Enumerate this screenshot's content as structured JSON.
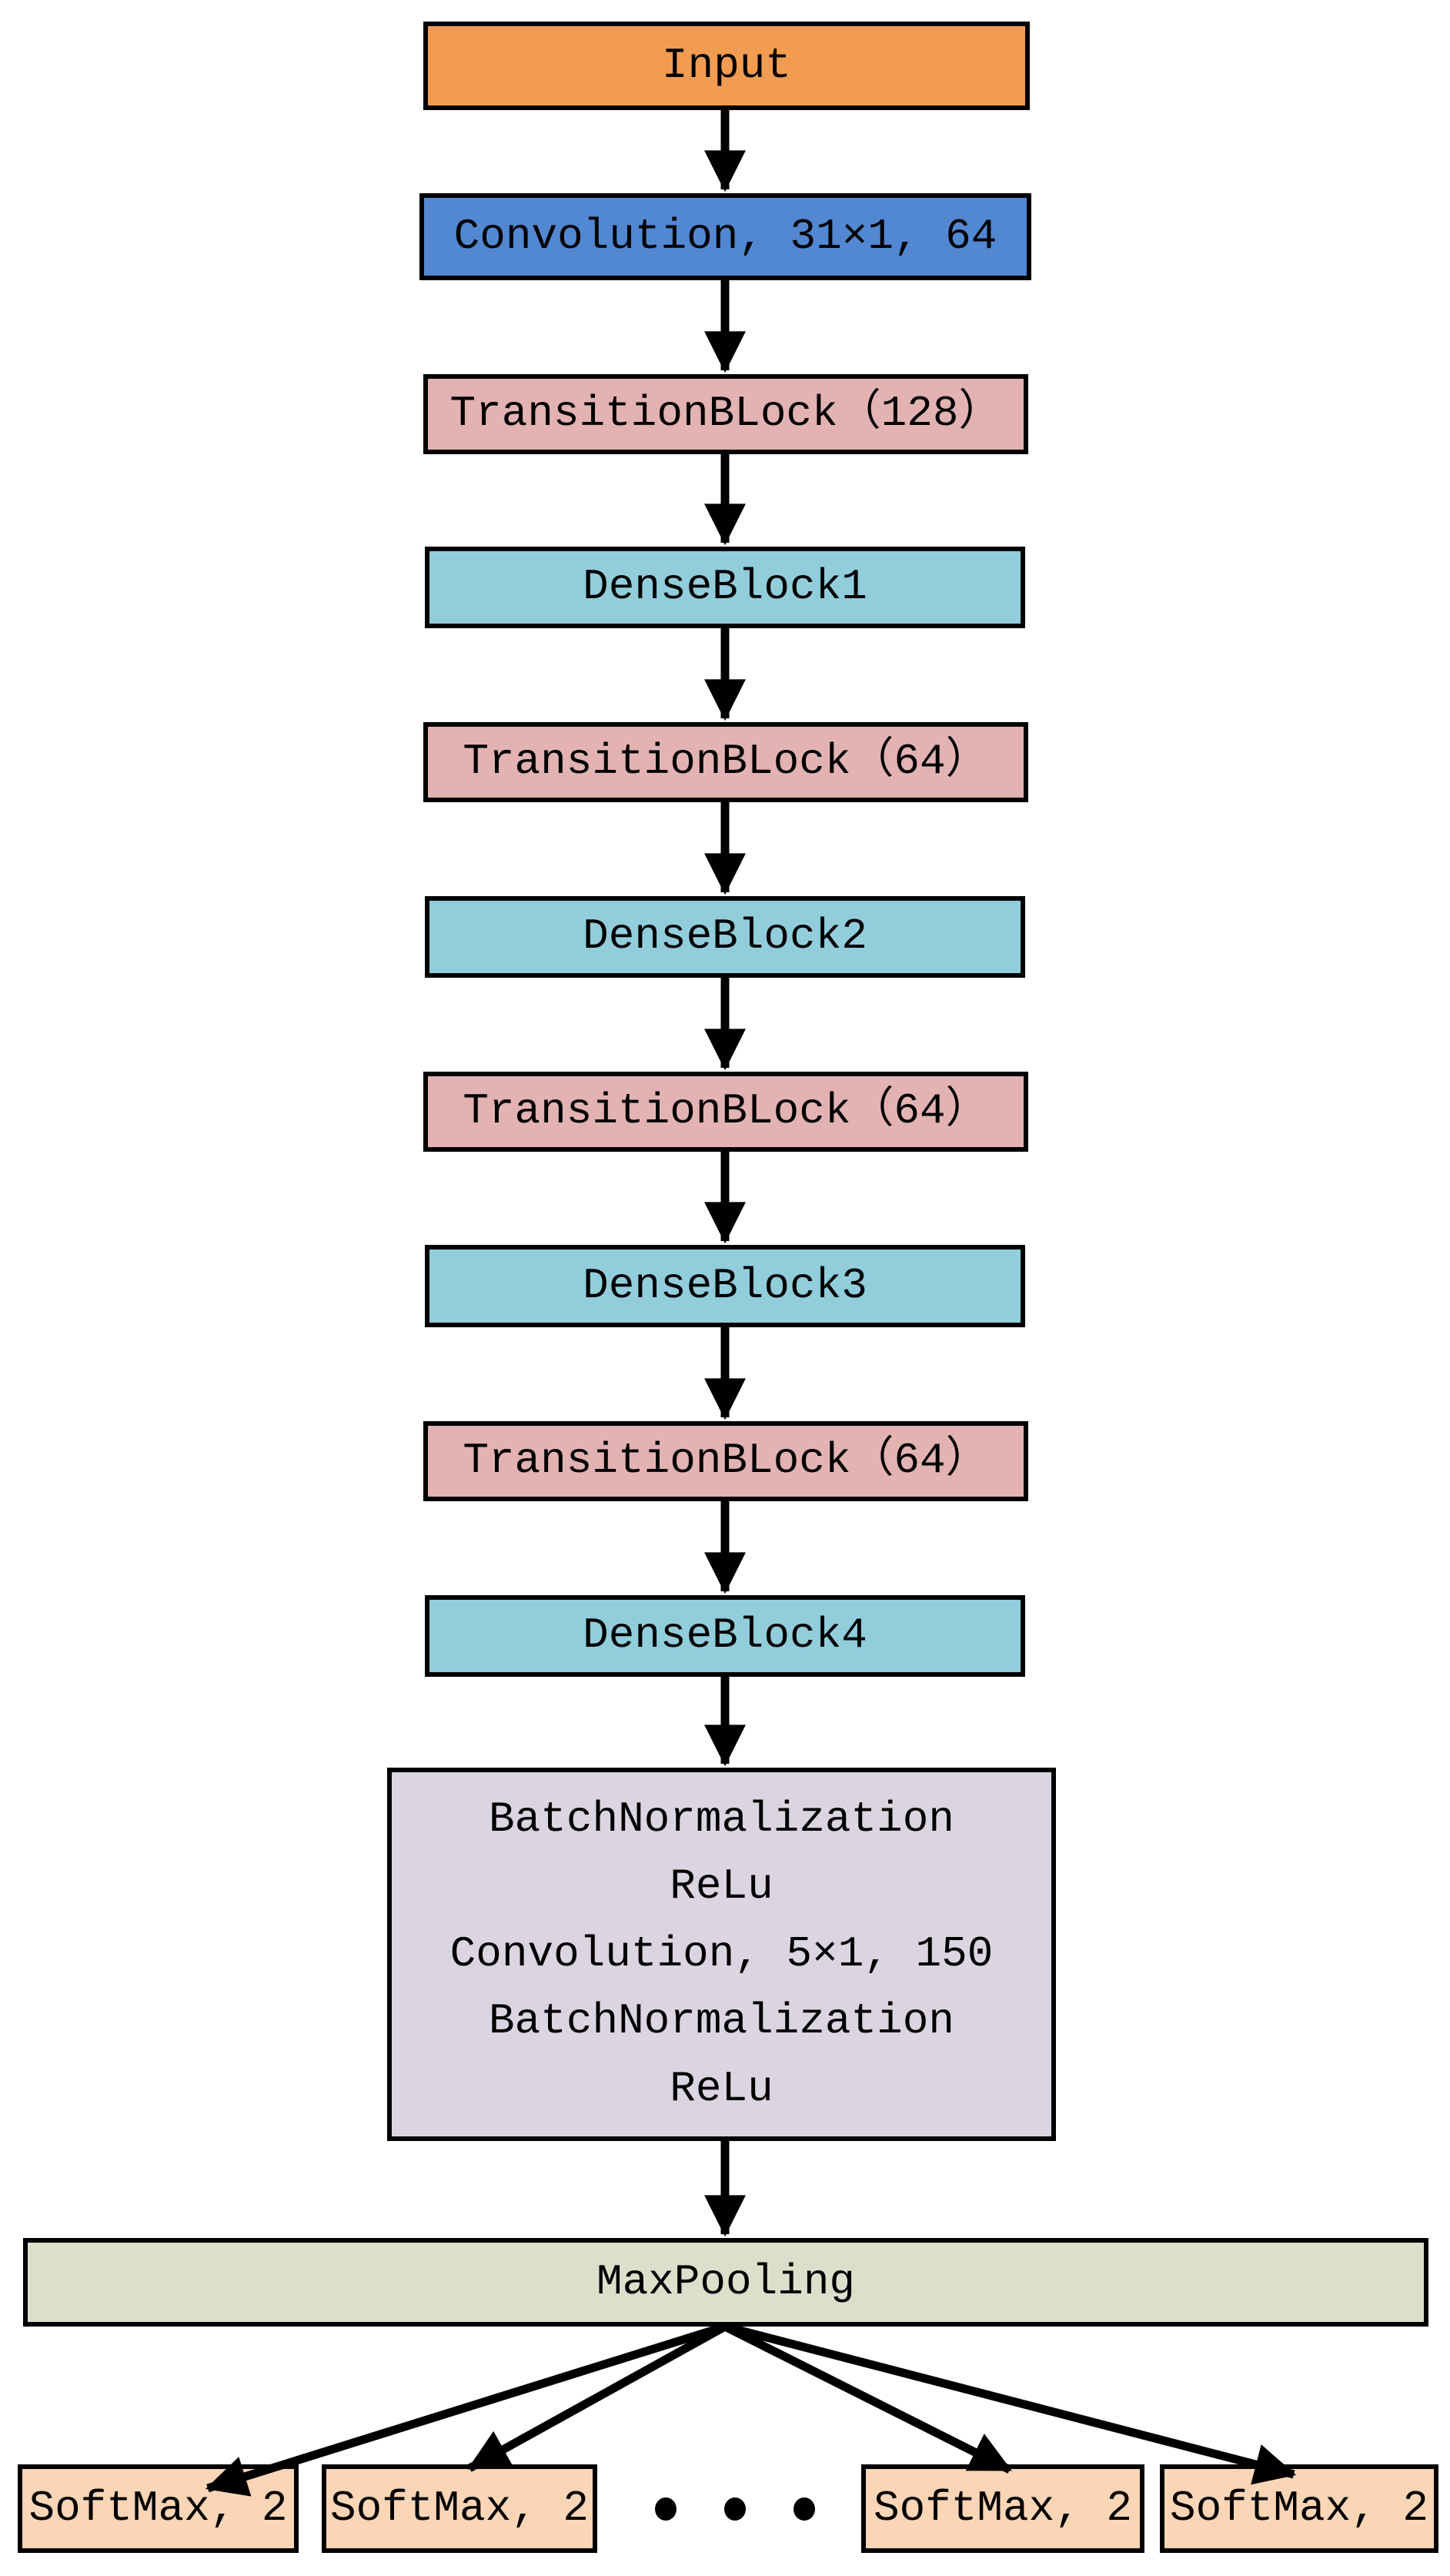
{
  "figure": {
    "type": "flowchart",
    "description_visible": false
  },
  "colors": {
    "background": "#FFFFFF",
    "border": "#000000",
    "arrow": "#000000",
    "input_orange": "#F29C52",
    "convolution_blue": "#5287D2",
    "transition_pink": "#E2B3B2",
    "dense_cyan": "#92CDDC",
    "batchnorm_lavender": "#DBD5E2",
    "maxpool_green": "#DCE0CB",
    "softmax_peach": "#FAD5B6"
  },
  "nodes": {
    "input": {
      "label": "Input",
      "fill": "#F29C52"
    },
    "conv": {
      "label": "Convolution, 31×1, 64",
      "fill": "#5287D2"
    },
    "trans1": {
      "label": "TransitionBLock（128）",
      "fill": "#E2B3B2"
    },
    "dense1": {
      "label": "DenseBlock1",
      "fill": "#92CDDC"
    },
    "trans2": {
      "label": "TransitionBLock（64）",
      "fill": "#E2B3B2"
    },
    "dense2": {
      "label": "DenseBlock2",
      "fill": "#92CDDC"
    },
    "trans3": {
      "label": "TransitionBLock（64）",
      "fill": "#E2B3B2"
    },
    "dense3": {
      "label": "DenseBlock3",
      "fill": "#92CDDC"
    },
    "trans4": {
      "label": "TransitionBLock（64）",
      "fill": "#E2B3B2"
    },
    "dense4": {
      "label": "DenseBlock4",
      "fill": "#92CDDC"
    },
    "bn_block": {
      "lines": [
        "BatchNormalization",
        "ReLu",
        "Convolution, 5×1, 150",
        "BatchNormalization",
        "ReLu"
      ],
      "fill": "#DBD5E2"
    },
    "maxpool": {
      "label": "MaxPooling",
      "fill": "#DCE0CB"
    },
    "softmax1": {
      "label": "SoftMax, 2",
      "fill": "#FAD5B6"
    },
    "softmax2": {
      "label": "SoftMax, 2",
      "fill": "#FAD5B6"
    },
    "softmax3": {
      "label": "SoftMax, 2",
      "fill": "#FAD5B6"
    },
    "softmax4": {
      "label": "SoftMax, 2",
      "fill": "#FAD5B6"
    }
  },
  "ellipsis": "• • •"
}
